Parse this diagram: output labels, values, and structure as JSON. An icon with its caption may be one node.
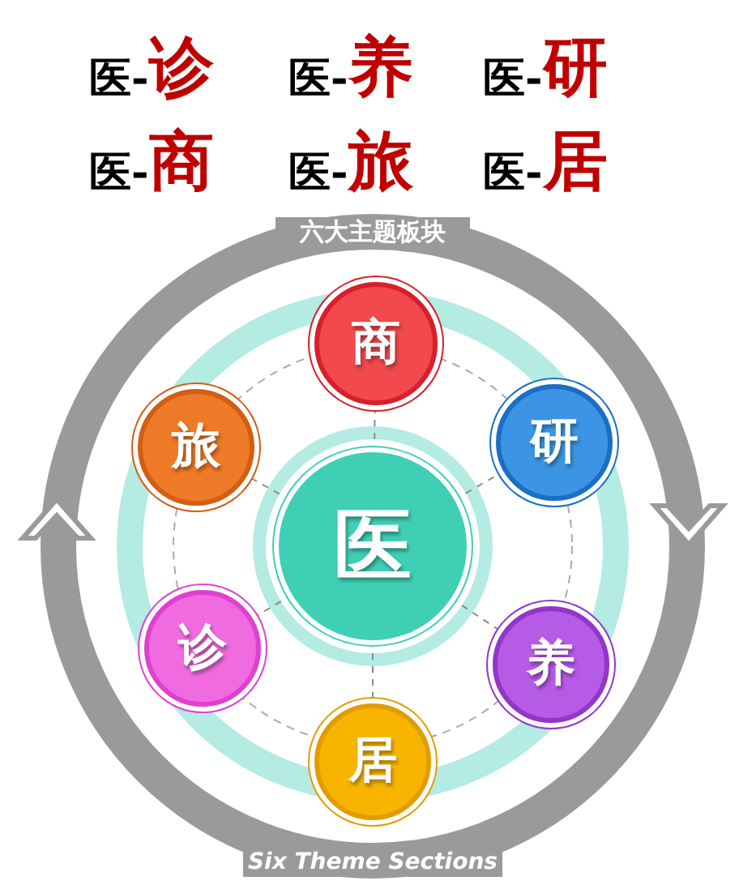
{
  "diagram": {
    "nodes": [
      {
        "text": [
          "医"
        ]
      },
      {
        "text": [
          "商"
        ]
      },
      {
        "text": [
          "研"
        ]
      },
      {
        "text": [
          "养"
        ]
      },
      {
        "text": [
          "居"
        ]
      },
      {
        "text": [
          "诊"
        ]
      },
      {
        "text": [
          "旅"
        ]
      }
    ],
    "edges": [
      {
        "from": 0,
        "to": 1,
        "arrow": "none",
        "style": "dashed"
      },
      {
        "from": 0,
        "to": 2,
        "arrow": "none",
        "style": "dashed"
      },
      {
        "from": 0,
        "to": 3,
        "arrow": "none",
        "style": "dashed"
      },
      {
        "from": 0,
        "to": 4,
        "arrow": "none",
        "style": "dashed"
      },
      {
        "from": 0,
        "to": 5,
        "arrow": "none",
        "style": "dashed"
      },
      {
        "from": 0,
        "to": 6,
        "arrow": "none",
        "style": "dashed"
      }
    ],
    "labels": [
      "医-",
      "诊",
      "医-",
      "养",
      "医-",
      "研",
      "医-",
      "商",
      "医-",
      "旅",
      "医-",
      "居",
      "六大主题板块",
      "Six Theme Sections"
    ]
  }
}
